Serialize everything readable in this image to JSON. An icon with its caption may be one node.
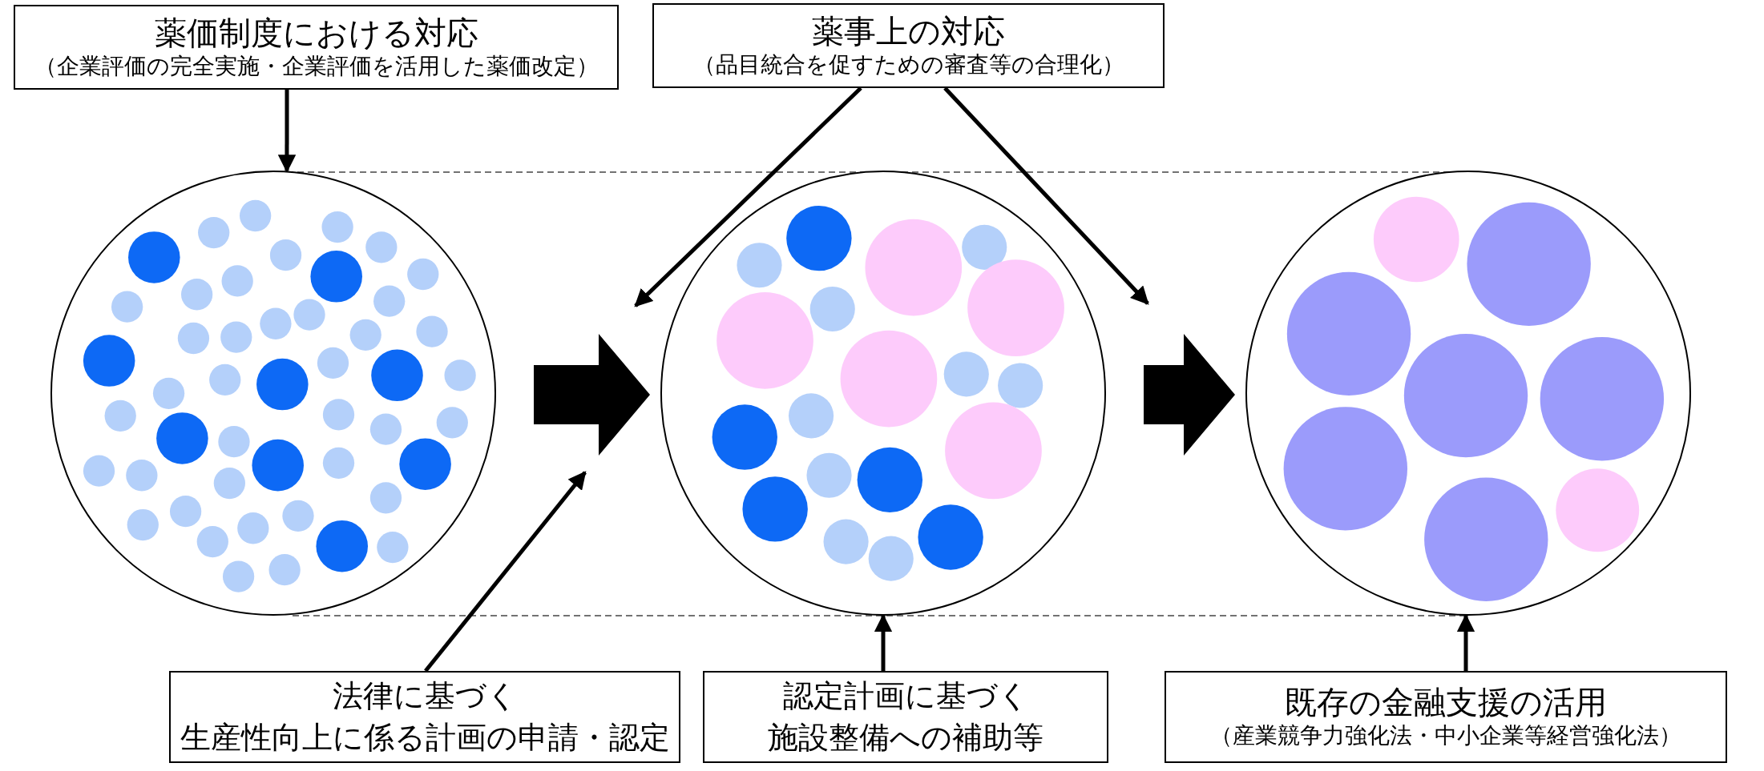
{
  "diagram": {
    "nodes": [
      {
        "text": [
          "薬価制度における対応",
          "（企業評価の完全実施・企業評価を活用した薬価改定）"
        ]
      },
      {
        "text": [
          "薬事上の対応",
          "（品目統合を促すための審査等の合理化）"
        ]
      },
      {
        "text": [],
        "shape": "circle"
      },
      {
        "text": [],
        "shape": "circle"
      },
      {
        "text": [],
        "shape": "circle"
      },
      {
        "text": [
          "法律に基づく",
          "生産性向上に係る計画の申請・認定"
        ]
      },
      {
        "text": [
          "認定計画に基づく",
          "施設整備への補助等"
        ]
      },
      {
        "text": [
          "既存の金融支援の活用",
          "（産業競争力強化法・中小企業等経営強化法）"
        ]
      }
    ],
    "edges": [
      {
        "from": 0,
        "to": 2,
        "arrow": "to"
      },
      {
        "from": 1,
        "to": 3,
        "arrow": "to"
      },
      {
        "from": 1,
        "to": 3,
        "arrow": "to"
      },
      {
        "from": 2,
        "to": 3,
        "arrow": "to",
        "style": "thick"
      },
      {
        "from": 3,
        "to": 4,
        "arrow": "to",
        "style": "thick"
      },
      {
        "from": 5,
        "to": null,
        "arrow": "to"
      },
      {
        "from": 6,
        "to": 3,
        "arrow": "to"
      },
      {
        "from": 7,
        "to": 4,
        "arrow": "to"
      }
    ]
  }
}
